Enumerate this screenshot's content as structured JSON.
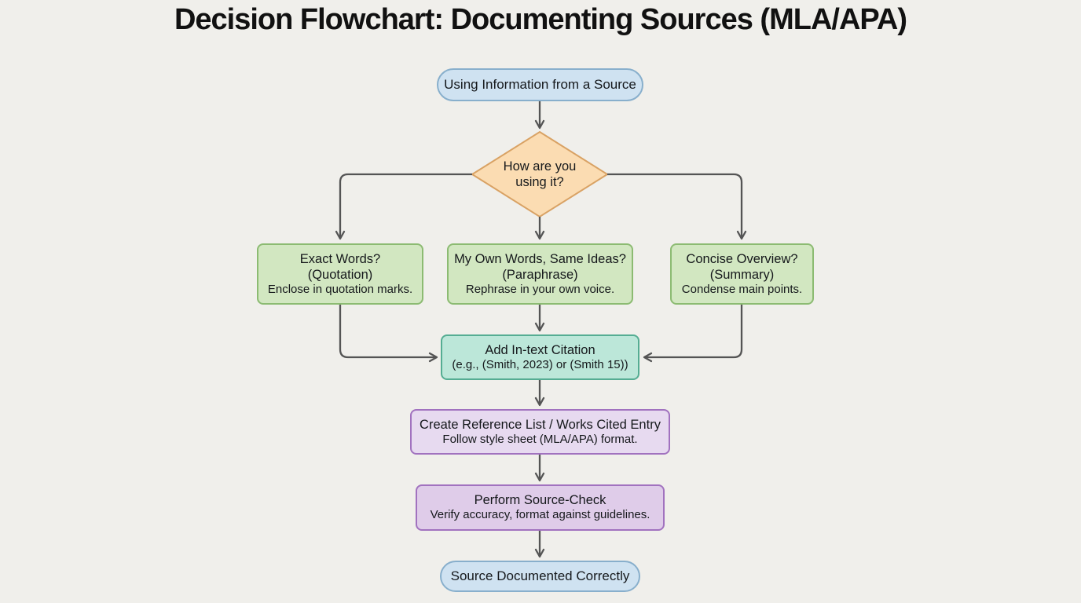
{
  "title": "Decision Flowchart: Documenting Sources (MLA/APA)",
  "colors": {
    "bg": "#f0efeb",
    "title_color": "#111111",
    "text": "#15181b",
    "edge": "#545454",
    "terminal_fill": "#cfe2f1",
    "terminal_border": "#88afcc",
    "decision_fill": "#fbdcb2",
    "decision_border": "#d9a264",
    "branch_fill": "#d2e7c1",
    "branch_border": "#8cbb72",
    "citation_fill": "#bce7d9",
    "citation_border": "#55ad93",
    "process_fill": "#e7daf0",
    "process_alt_fill": "#dfcce9",
    "process_border": "#a172bf"
  },
  "nodes": {
    "start": {
      "label": "Using Information from a Source"
    },
    "decision": {
      "lines": [
        "How are you",
        "using it?"
      ]
    },
    "quotation": {
      "lines": [
        "Exact Words?",
        "(Quotation)",
        "Enclose in quotation marks."
      ]
    },
    "paraphrase": {
      "lines": [
        "My Own Words, Same Ideas?",
        "(Paraphrase)",
        "Rephrase in your own voice."
      ]
    },
    "summary": {
      "lines": [
        "Concise Overview?",
        "(Summary)",
        "Condense main points."
      ]
    },
    "citation": {
      "lines": [
        "Add In-text Citation",
        "(e.g., (Smith, 2023) or (Smith 15))"
      ]
    },
    "reference": {
      "lines": [
        "Create Reference List / Works Cited Entry",
        "Follow style sheet (MLA/APA) format."
      ]
    },
    "source_check": {
      "lines": [
        "Perform Source-Check",
        "Verify accuracy, format against guidelines."
      ]
    },
    "end": {
      "label": "Source Documented Correctly"
    }
  }
}
